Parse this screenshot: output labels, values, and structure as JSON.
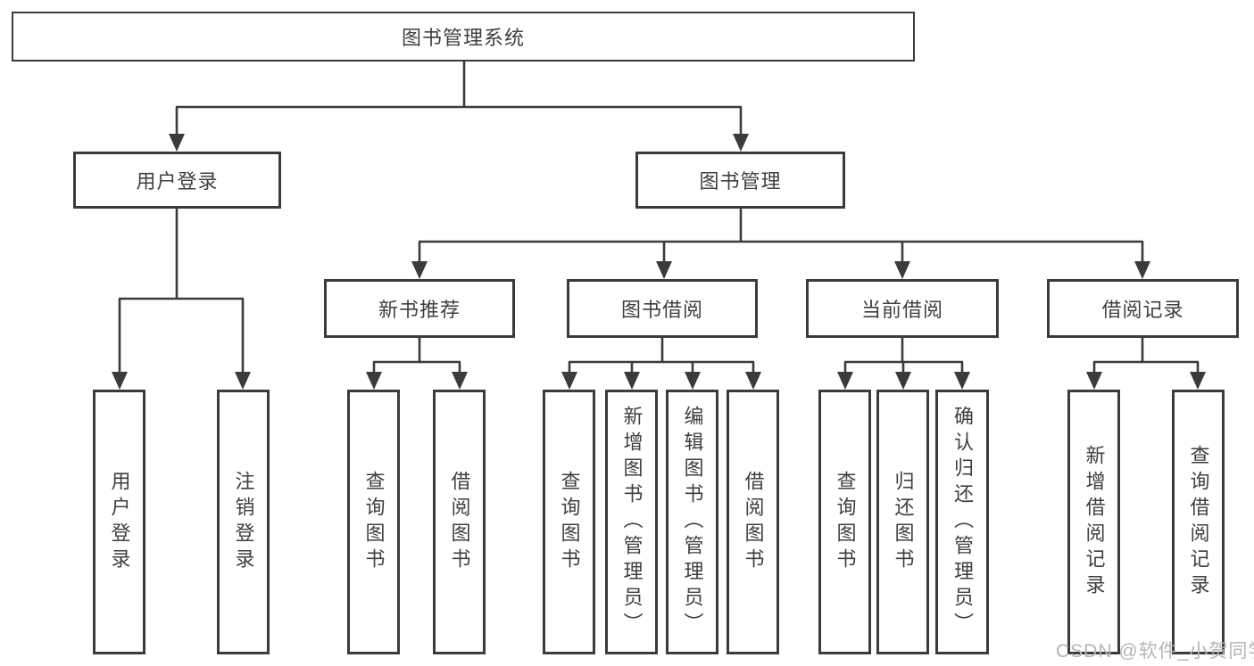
{
  "diagram": {
    "root": {
      "label": "图书管理系统"
    },
    "level2": {
      "user_login": {
        "label": "用户登录"
      },
      "book_management": {
        "label": "图书管理"
      }
    },
    "level3": {
      "new_book_recommend": {
        "label": "新书推荐"
      },
      "book_borrow": {
        "label": "图书借阅"
      },
      "current_borrow": {
        "label": "当前借阅"
      },
      "borrow_records": {
        "label": "借阅记录"
      }
    },
    "leaves": {
      "user_login": {
        "label": "用户登录"
      },
      "logout": {
        "label": "注销登录"
      },
      "recommend_query_books": {
        "label": "查询图书"
      },
      "recommend_borrow_books": {
        "label": "借阅图书"
      },
      "borrow_query_books": {
        "label": "查询图书"
      },
      "borrow_add_books": {
        "label": "新增图书（管理员）"
      },
      "borrow_edit_books": {
        "label": "编辑图书（管理员）"
      },
      "borrow_borrow_books": {
        "label": "借阅图书"
      },
      "current_query_books": {
        "label": "查询图书"
      },
      "current_return_books": {
        "label": "归还图书"
      },
      "current_confirm_return": {
        "label": "确认归还（管理员）"
      },
      "records_add_record": {
        "label": "新增借阅记录"
      },
      "records_query_record": {
        "label": "查询借阅记录"
      }
    },
    "watermark": {
      "label": "CSDN @软件_小贺同学"
    }
  },
  "colors": {
    "line": "#3b3b3b",
    "text": "#3f3f3f",
    "watermark": "#b5b5b5",
    "background": "#ffffff"
  }
}
